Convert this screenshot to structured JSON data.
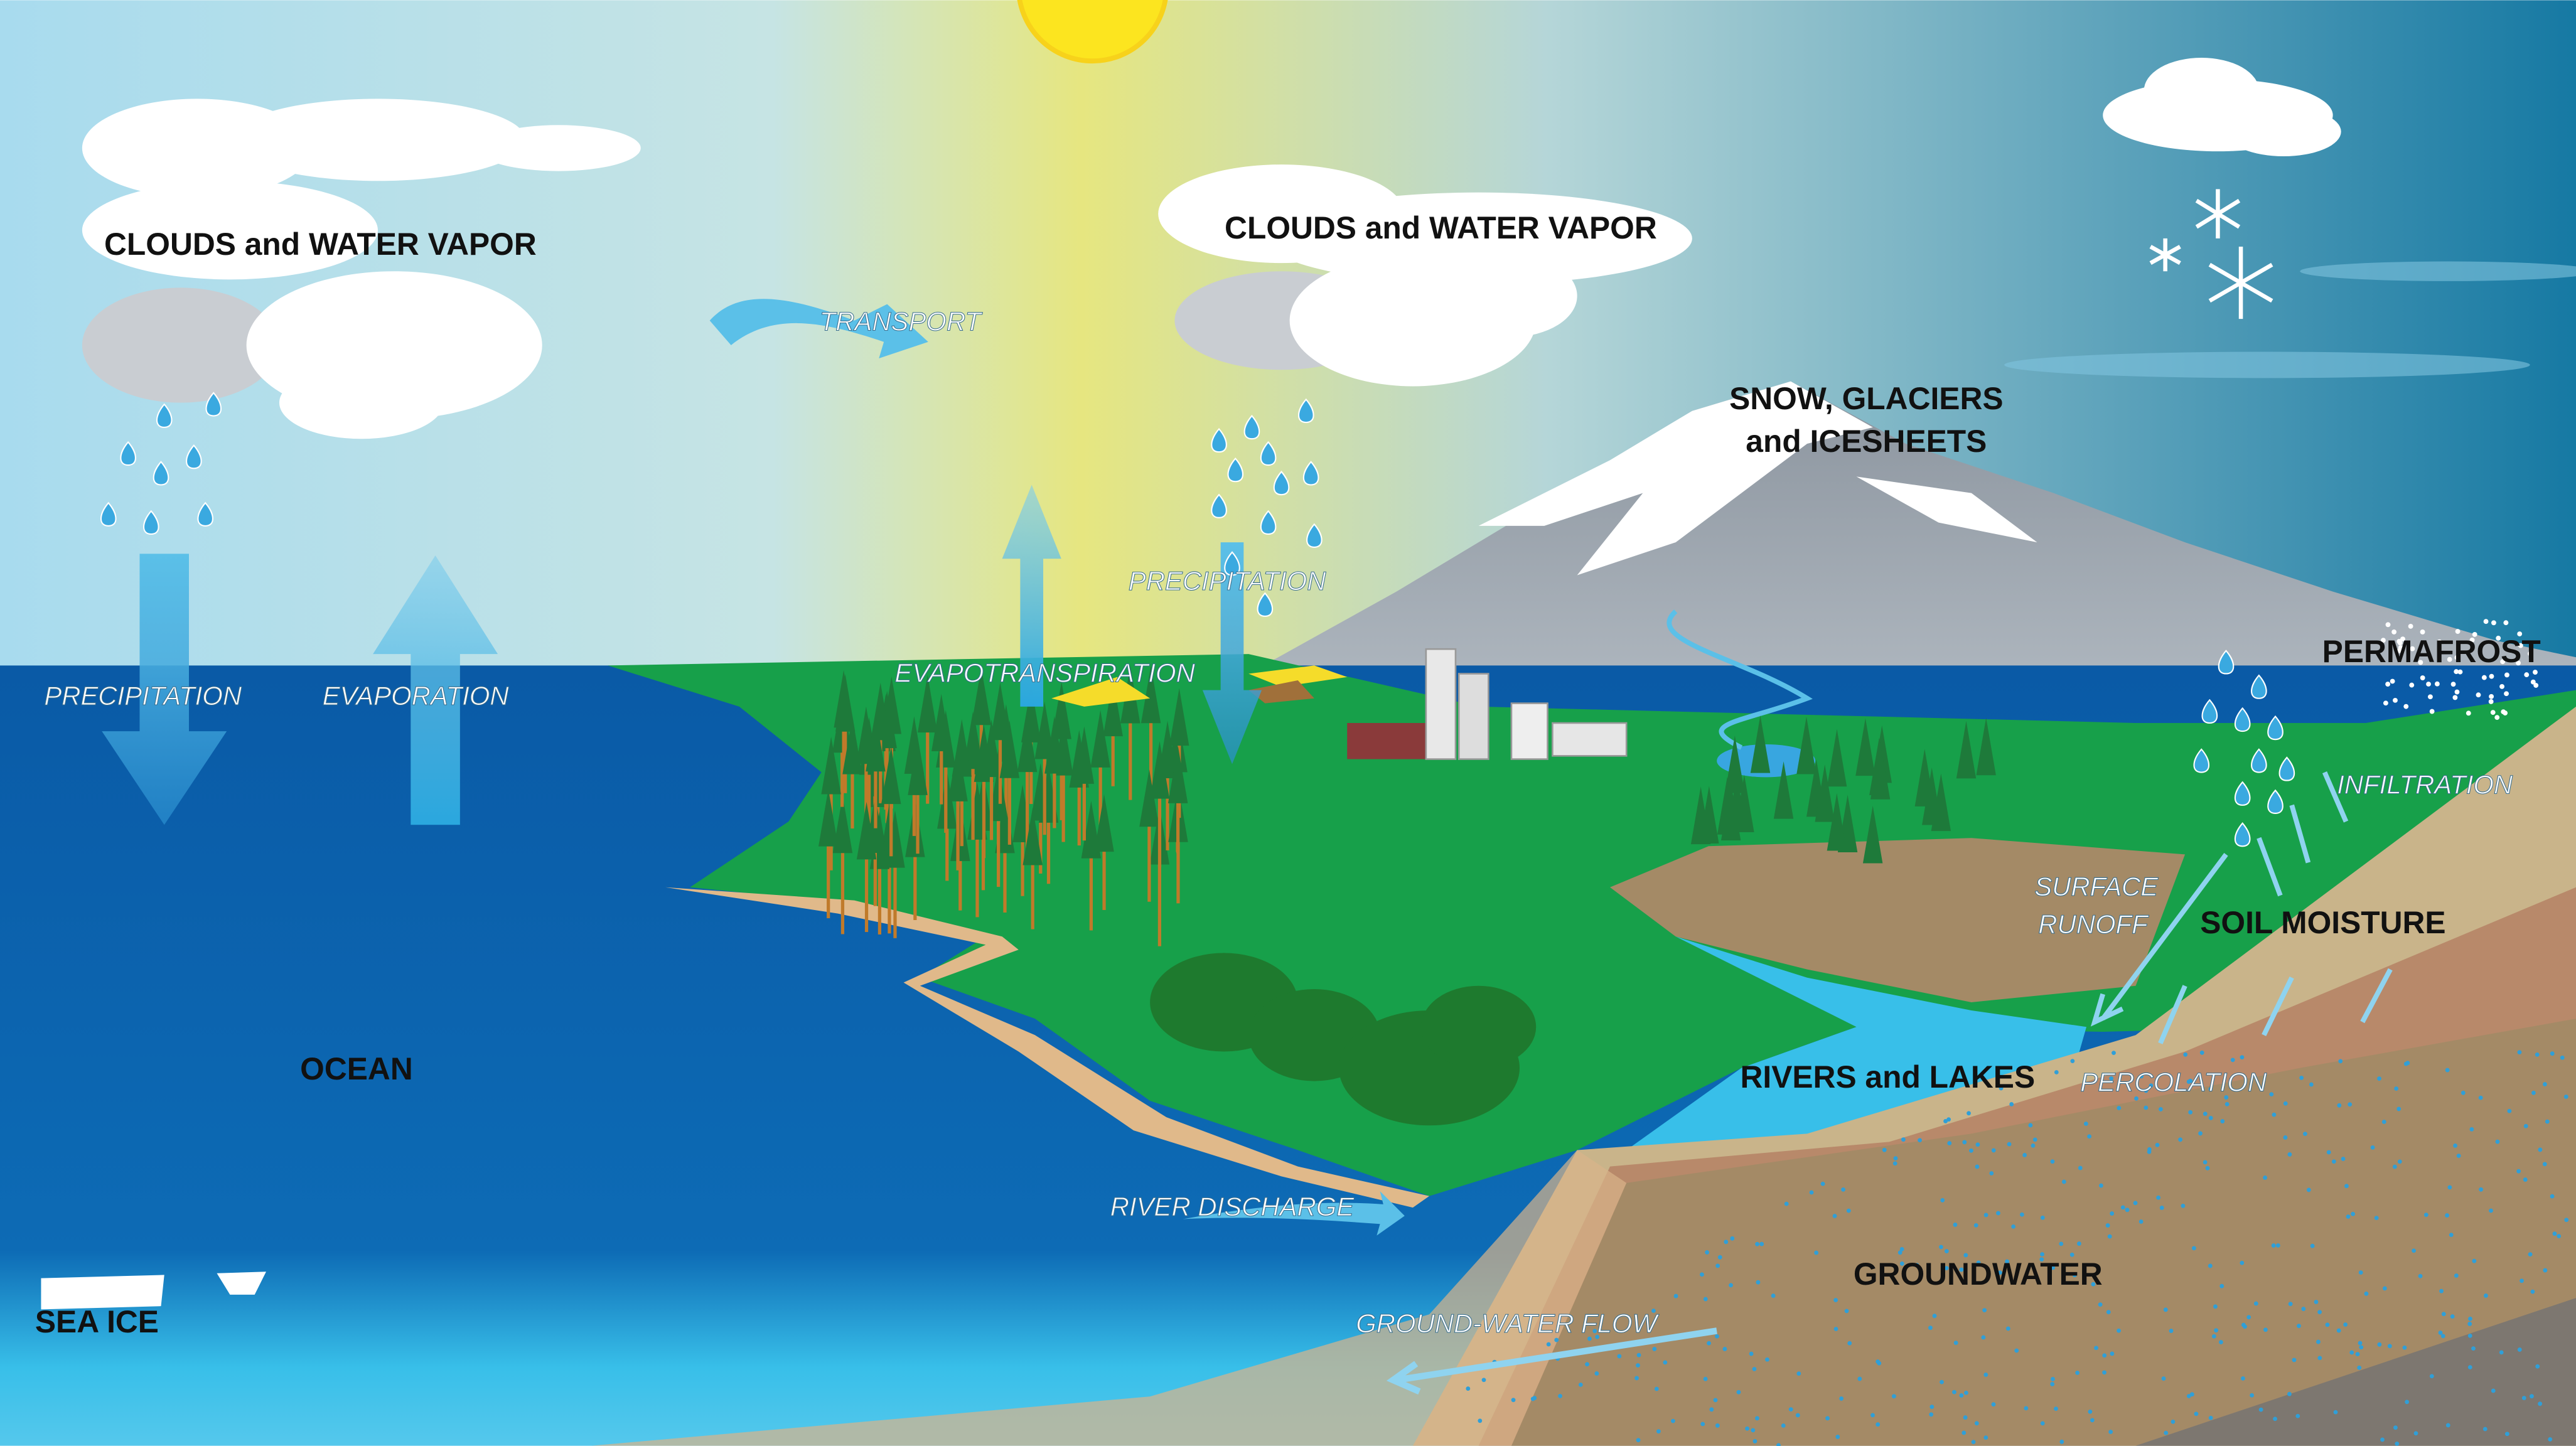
{
  "diagram": {
    "labels": {
      "clouds_left": "CLOUDS and WATER VAPOR",
      "clouds_center": "CLOUDS and WATER VAPOR",
      "transport": "TRANSPORT",
      "precipitation_ocean": "PRECIPITATION",
      "evaporation": "EVAPORATION",
      "precipitation_land": "PRECIPITATION",
      "evapotranspiration": "EVAPOTRANSPIRATION",
      "snow_line1": "SNOW, GLACIERS",
      "snow_line2": "and ICESHEETS",
      "permafrost": "PERMAFROST",
      "infiltration": "INFILTRATION",
      "runoff_line1": "SURFACE",
      "runoff_line2": "RUNOFF",
      "soil_moisture": "SOIL MOISTURE",
      "ocean": "OCEAN",
      "rivers_lakes": "RIVERS and LAKES",
      "percolation": "PERCOLATION",
      "river_discharge": "RIVER DISCHARGE",
      "groundwater": "GROUNDWATER",
      "groundwater_flow": "GROUND-WATER FLOW",
      "sea_ice": "SEA ICE"
    },
    "colors": {
      "sky_left": "#a8dbee",
      "sun": "#fce51f",
      "sky_right": "#1679a3",
      "ocean_deep": "#0a5aa6",
      "ocean_shallow": "#38bfe9",
      "land": "#18a04a",
      "mountain": "#9aa3ad",
      "arrow": "#5bc0e8",
      "soil": "#a48a66"
    }
  }
}
